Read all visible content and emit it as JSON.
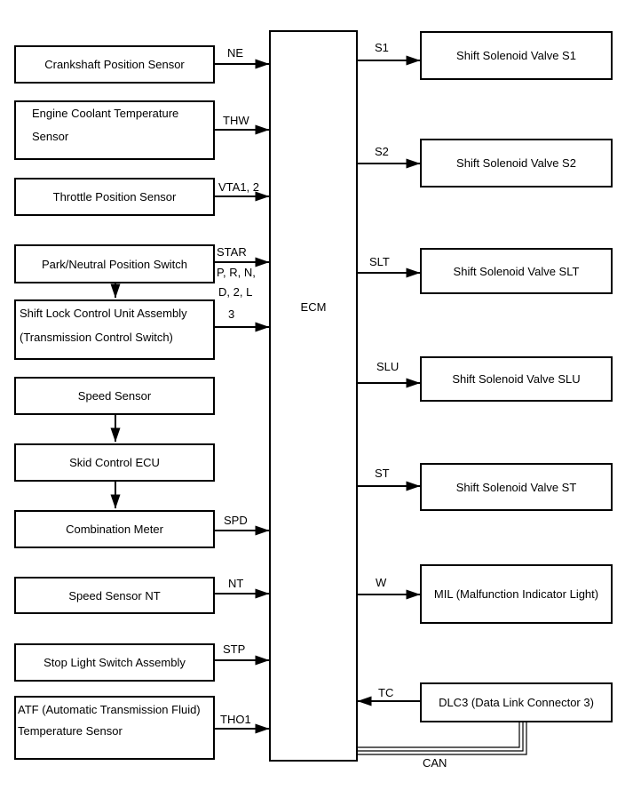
{
  "diagram": {
    "ecm": {
      "label": "ECM"
    },
    "left": [
      {
        "lines": [
          "Crankshaft Position Sensor"
        ]
      },
      {
        "lines": [
          "Engine Coolant Temperature",
          "Sensor"
        ]
      },
      {
        "lines": [
          "Throttle Position Sensor"
        ]
      },
      {
        "lines": [
          "Park/Neutral Position Switch"
        ]
      },
      {
        "lines": [
          "Shift Lock Control Unit Assembly",
          "(Transmission Control Switch)"
        ]
      },
      {
        "lines": [
          "Speed Sensor"
        ]
      },
      {
        "lines": [
          "Skid Control ECU"
        ]
      },
      {
        "lines": [
          "Combination Meter"
        ]
      },
      {
        "lines": [
          "Speed Sensor NT"
        ]
      },
      {
        "lines": [
          "Stop Light Switch Assembly"
        ]
      },
      {
        "lines": [
          "ATF (Automatic Transmission Fluid)",
          "Temperature Sensor"
        ]
      }
    ],
    "right": [
      {
        "lines": [
          "Shift Solenoid Valve S1"
        ]
      },
      {
        "lines": [
          "Shift Solenoid Valve S2"
        ]
      },
      {
        "lines": [
          "Shift Solenoid Valve SLT"
        ]
      },
      {
        "lines": [
          "Shift Solenoid Valve SLU"
        ]
      },
      {
        "lines": [
          "Shift Solenoid Valve ST"
        ]
      },
      {
        "lines": [
          "MIL (Malfunction Indicator Light)"
        ]
      },
      {
        "lines": [
          "DLC3 (Data Link Connector 3)"
        ]
      }
    ],
    "signals": {
      "ne": "NE",
      "thw": "THW",
      "vta": "VTA1, 2",
      "star": "STAR",
      "prn": "P, R, N,",
      "d2l": "D, 2, L",
      "three": "3",
      "spd": "SPD",
      "nt": "NT",
      "stp": "STP",
      "tho1": "THO1",
      "s1": "S1",
      "s2": "S2",
      "slt": "SLT",
      "slu": "SLU",
      "st": "ST",
      "w": "W",
      "tc": "TC",
      "can": "CAN"
    },
    "connections": [
      {
        "from": "Crankshaft Position Sensor",
        "signal": "NE",
        "to": "ECM"
      },
      {
        "from": "Engine Coolant Temperature Sensor",
        "signal": "THW",
        "to": "ECM"
      },
      {
        "from": "Throttle Position Sensor",
        "signal": "VTA1, 2",
        "to": "ECM"
      },
      {
        "from": "Park/Neutral Position Switch",
        "signal": "STAR P, R, N, D, 2, L",
        "to": "ECM"
      },
      {
        "from": "Park/Neutral Position Switch",
        "signal": "",
        "to": "Shift Lock Control Unit Assembly (Transmission Control Switch)"
      },
      {
        "from": "Shift Lock Control Unit Assembly (Transmission Control Switch)",
        "signal": "3",
        "to": "ECM"
      },
      {
        "from": "Speed Sensor",
        "signal": "",
        "to": "Skid Control ECU"
      },
      {
        "from": "Skid Control ECU",
        "signal": "",
        "to": "Combination Meter"
      },
      {
        "from": "Combination Meter",
        "signal": "SPD",
        "to": "ECM"
      },
      {
        "from": "Speed Sensor NT",
        "signal": "NT",
        "to": "ECM"
      },
      {
        "from": "Stop Light Switch Assembly",
        "signal": "STP",
        "to": "ECM"
      },
      {
        "from": "ATF (Automatic Transmission Fluid) Temperature Sensor",
        "signal": "THO1",
        "to": "ECM"
      },
      {
        "from": "ECM",
        "signal": "S1",
        "to": "Shift Solenoid Valve S1"
      },
      {
        "from": "ECM",
        "signal": "S2",
        "to": "Shift Solenoid Valve S2"
      },
      {
        "from": "ECM",
        "signal": "SLT",
        "to": "Shift Solenoid Valve SLT"
      },
      {
        "from": "ECM",
        "signal": "SLU",
        "to": "Shift Solenoid Valve SLU"
      },
      {
        "from": "ECM",
        "signal": "ST",
        "to": "Shift Solenoid Valve ST"
      },
      {
        "from": "ECM",
        "signal": "W",
        "to": "MIL (Malfunction Indicator Light)"
      },
      {
        "from": "DLC3 (Data Link Connector 3)",
        "signal": "TC",
        "to": "ECM"
      },
      {
        "from": "DLC3 (Data Link Connector 3)",
        "signal": "CAN",
        "to": "ECM"
      }
    ],
    "colors": {
      "line": "#000000",
      "background": "#ffffff",
      "text": "#000000"
    }
  }
}
